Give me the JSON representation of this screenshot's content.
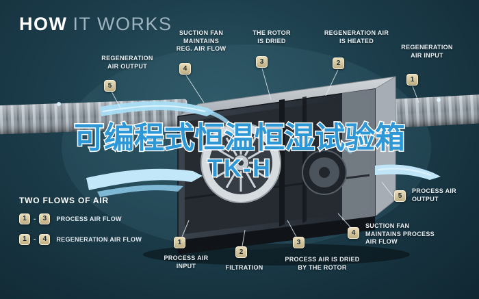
{
  "title": {
    "bold": "HOW",
    "light": "IT WORKS"
  },
  "overlay": {
    "line1": "可编程式恒温恒湿试验箱",
    "line2": "TK-H"
  },
  "colors": {
    "background": "#1c3d4b",
    "overlay_blue": "#2e97d6",
    "overlay_stroke": "#ffffff",
    "flow_blue": "#aee0f6",
    "badge_tan": "#d9cba6",
    "label_text": "#eaf1f5"
  },
  "callouts": [
    {
      "num": "5",
      "label": "REGENERATION\nAIR OUTPUT"
    },
    {
      "num": "4",
      "label": "SUCTION FAN\nMAINTAINS\nREG. AIR FLOW"
    },
    {
      "num": "3",
      "label": "THE ROTOR\nIS DRIED"
    },
    {
      "num": "2",
      "label": "REGENERATION AIR\nIS HEATED"
    },
    {
      "num": "1",
      "label": "REGENERATION\nAIR INPUT"
    },
    {
      "num": "5",
      "label": "PROCESS AIR\nOUTPUT"
    },
    {
      "num": "4",
      "label": "SUCTION FAN\nMAINTAINS PROCESS\nAIR FLOW"
    },
    {
      "num": "3",
      "label": "PROCESS AIR IS DRIED\nBY THE ROTOR"
    },
    {
      "num": "2",
      "label": "FILTRATION"
    },
    {
      "num": "1",
      "label": "PROCESS AIR\nINPUT"
    }
  ],
  "legend": {
    "heading": "TWO FLOWS OF AIR",
    "separator": "-",
    "rows": [
      {
        "from": "1",
        "to": "3",
        "label": "PROCESS AIR FLOW"
      },
      {
        "from": "1",
        "to": "4",
        "label": "REGENERATION AIR FLOW"
      }
    ]
  }
}
